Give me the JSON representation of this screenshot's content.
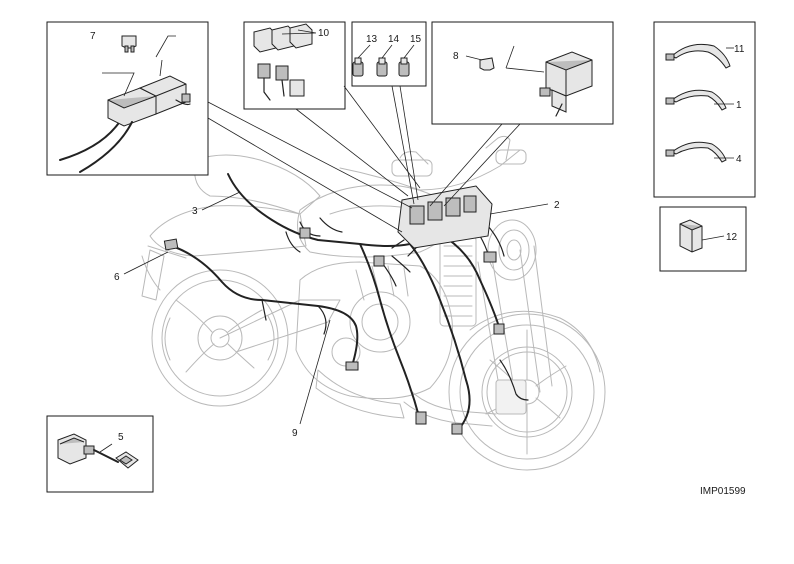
{
  "figure_ref": "IMP01599",
  "callouts": {
    "c1": "1",
    "c2": "2",
    "c3": "3",
    "c4": "4",
    "c5": "5",
    "c6": "6",
    "c7": "7",
    "c8": "8",
    "c9": "9",
    "c10": "10",
    "c11": "11",
    "c12": "12",
    "c13": "13",
    "c14": "14",
    "c15": "15"
  }
}
